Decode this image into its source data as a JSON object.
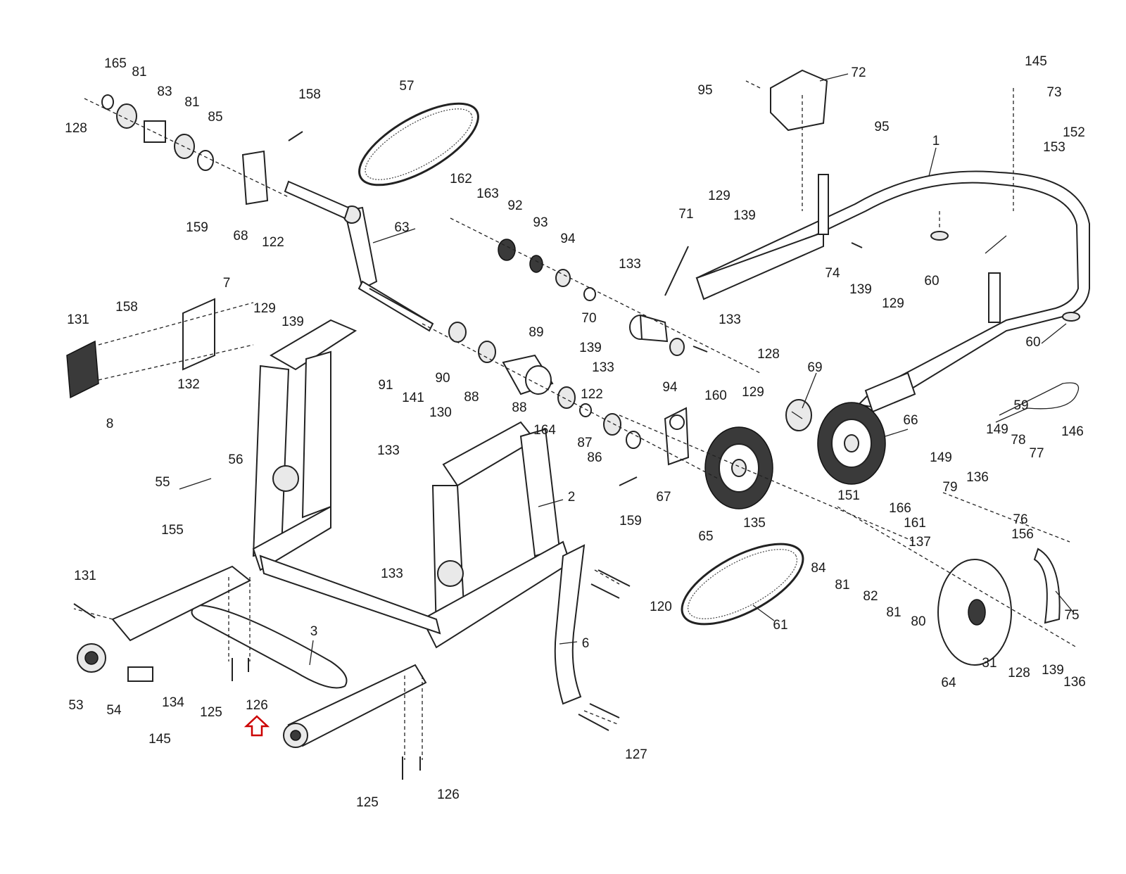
{
  "diagram": {
    "part_numbers": [
      "1",
      "2",
      "3",
      "6",
      "7",
      "8",
      "31",
      "53",
      "54",
      "55",
      "56",
      "57",
      "59",
      "60",
      "60",
      "61",
      "63",
      "64",
      "65",
      "66",
      "67",
      "68",
      "69",
      "70",
      "71",
      "72",
      "73",
      "74",
      "75",
      "76",
      "77",
      "78",
      "79",
      "80",
      "81",
      "81",
      "81",
      "81",
      "82",
      "83",
      "84",
      "85",
      "86",
      "87",
      "88",
      "88",
      "89",
      "90",
      "91",
      "92",
      "93",
      "94",
      "94",
      "95",
      "95",
      "120",
      "122",
      "122",
      "125",
      "125",
      "126",
      "126",
      "127",
      "128",
      "128",
      "128",
      "129",
      "129",
      "129",
      "129",
      "130",
      "131",
      "131",
      "132",
      "133",
      "133",
      "133",
      "133",
      "133",
      "134",
      "135",
      "136",
      "136",
      "137",
      "139",
      "139",
      "139",
      "139",
      "139",
      "141",
      "145",
      "145",
      "146",
      "149",
      "149",
      "151",
      "152",
      "153",
      "155",
      "156",
      "158",
      "158",
      "159",
      "159",
      "160",
      "161",
      "162",
      "163",
      "164",
      "165",
      "166"
    ],
    "highlight_arrow": {
      "color": "#cc0000",
      "points_to": "126"
    }
  }
}
